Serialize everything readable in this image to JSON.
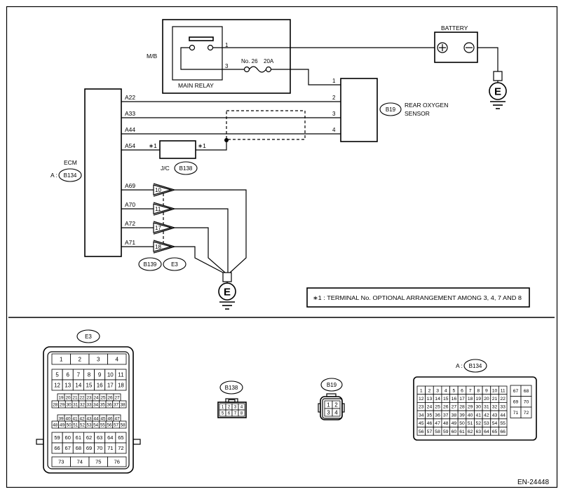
{
  "diagram": {
    "mb_label": "M/B",
    "main_relay": {
      "label": "MAIN RELAY",
      "terminal_1": "1",
      "terminal_3": "3"
    },
    "fuse": {
      "number": "No. 26",
      "rating": "20A"
    },
    "battery": {
      "label": "BATTERY"
    },
    "ground_symbol": "E",
    "rear_oxygen_sensor": {
      "connector": "B19",
      "label_line1": "REAR OXYGEN",
      "label_line2": "SENSOR",
      "terminals": [
        "1",
        "2",
        "3",
        "4"
      ]
    },
    "ecm": {
      "label": "ECM",
      "connector_prefix": "A :",
      "connector": "B134",
      "pins": [
        "A22",
        "A33",
        "A44",
        "A54",
        "A69",
        "A70",
        "A72",
        "A71"
      ]
    },
    "joint_connector": {
      "label": "J/C",
      "connector": "B138",
      "mark_left": "∗1",
      "mark_right": "∗1"
    },
    "ground_connector": {
      "terminals": [
        "10",
        "11",
        "17",
        "18"
      ],
      "connector_1": "B139",
      "connector_2": "E3"
    },
    "note": "∗1 : TERMINAL No. OPTIONAL ARRANGEMENT AMONG 3, 4, 7 AND 8"
  },
  "connector_views": {
    "e3": {
      "label": "E3",
      "rows": [
        [
          "1",
          "2",
          "3",
          "4"
        ],
        [
          "5",
          "6",
          "7",
          "8",
          "9",
          "10",
          "11"
        ],
        [
          "12",
          "13",
          "14",
          "15",
          "16",
          "17",
          "18"
        ],
        [
          "19",
          "20",
          "21",
          "22",
          "23",
          "24",
          "25",
          "26",
          "27"
        ],
        [
          "28",
          "29",
          "30",
          "31",
          "32",
          "33",
          "34",
          "35",
          "36",
          "37",
          "38"
        ],
        [
          "39",
          "40",
          "41",
          "42",
          "43",
          "44",
          "45",
          "46",
          "47"
        ],
        [
          "48",
          "49",
          "50",
          "51",
          "52",
          "53",
          "54",
          "55",
          "56",
          "57",
          "58"
        ],
        [
          "59",
          "60",
          "61",
          "62",
          "63",
          "64",
          "65"
        ],
        [
          "66",
          "67",
          "68",
          "69",
          "70",
          "71",
          "72"
        ],
        [
          "73",
          "74",
          "75",
          "76"
        ]
      ]
    },
    "b138": {
      "label": "B138",
      "rows": [
        [
          "1",
          "2",
          "3",
          "4"
        ],
        [
          "5",
          "6",
          "7",
          "8"
        ]
      ]
    },
    "b19": {
      "label": "B19",
      "rows": [
        [
          "1",
          "2"
        ],
        [
          "3",
          "4"
        ]
      ]
    },
    "b134": {
      "prefix": "A :",
      "label": "B134",
      "main_rows": [
        [
          "1",
          "2",
          "3",
          "4",
          "5",
          "6",
          "7",
          "8",
          "9",
          "10",
          "11"
        ],
        [
          "12",
          "13",
          "14",
          "15",
          "16",
          "17",
          "18",
          "19",
          "20",
          "21",
          "22"
        ],
        [
          "23",
          "24",
          "25",
          "26",
          "27",
          "28",
          "29",
          "30",
          "31",
          "32",
          "33"
        ],
        [
          "34",
          "35",
          "36",
          "37",
          "38",
          "39",
          "40",
          "41",
          "42",
          "43",
          "44"
        ],
        [
          "45",
          "46",
          "47",
          "48",
          "49",
          "50",
          "51",
          "52",
          "53",
          "54",
          "55"
        ],
        [
          "56",
          "57",
          "58",
          "59",
          "60",
          "61",
          "62",
          "63",
          "64",
          "65",
          "66"
        ]
      ],
      "side_rows": [
        [
          "67",
          "68"
        ],
        [
          "69",
          "70"
        ],
        [
          "71",
          "72"
        ]
      ]
    }
  },
  "figure_id": "EN-24448"
}
